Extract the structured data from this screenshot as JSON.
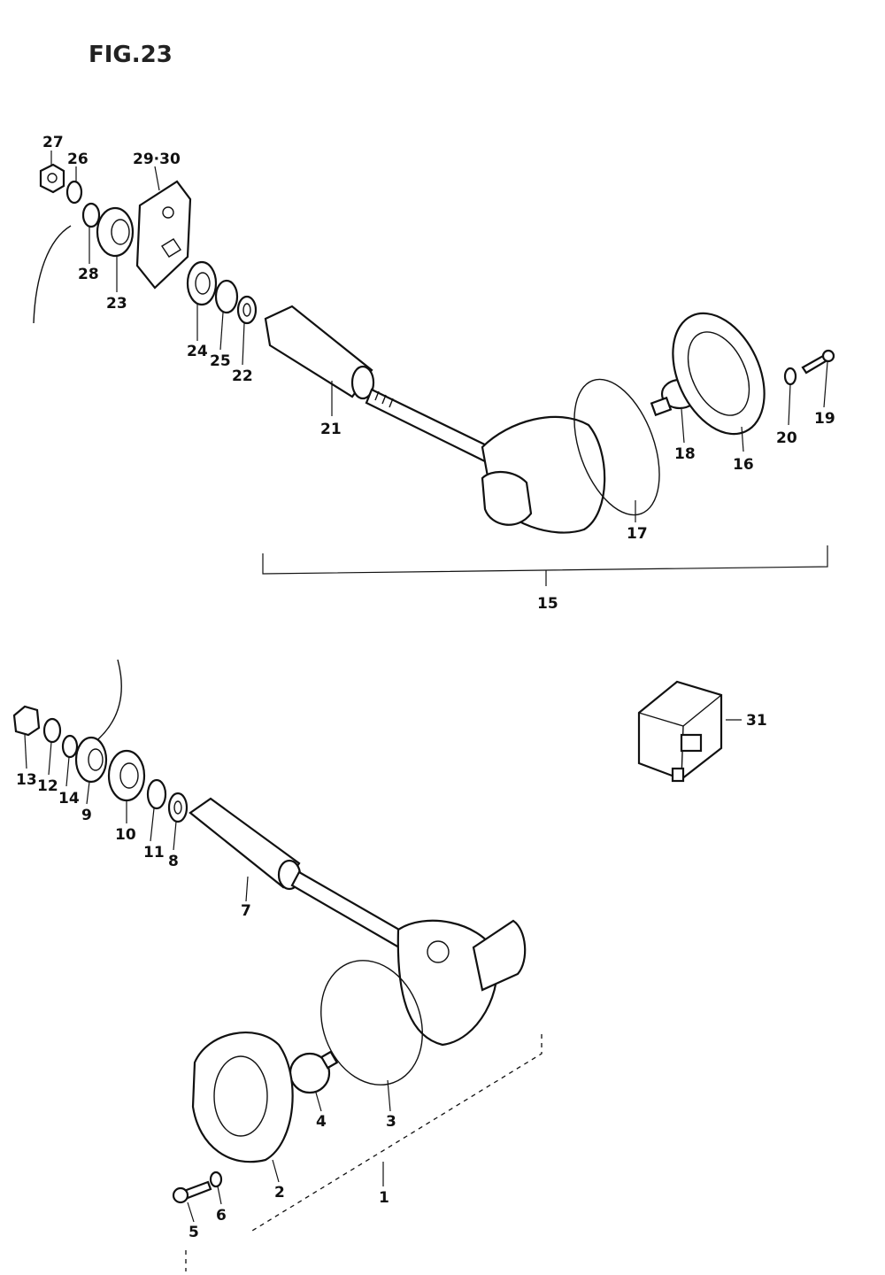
{
  "title": "FIG.23",
  "labels": {
    "l1": "1",
    "l2": "2",
    "l3": "3",
    "l4": "4",
    "l5": "5",
    "l6": "6",
    "l7": "7",
    "l8": "8",
    "l9": "9",
    "l10": "10",
    "l11": "11",
    "l12": "12",
    "l13": "13",
    "l14": "14",
    "l15": "15",
    "l16": "16",
    "l17": "17",
    "l18": "18",
    "l19": "19",
    "l20": "20",
    "l21": "21",
    "l22": "22",
    "l23": "23",
    "l24": "24",
    "l25": "25",
    "l26": "26",
    "l27": "27",
    "l28": "28",
    "l29_30": "29·30",
    "l31": "31"
  }
}
